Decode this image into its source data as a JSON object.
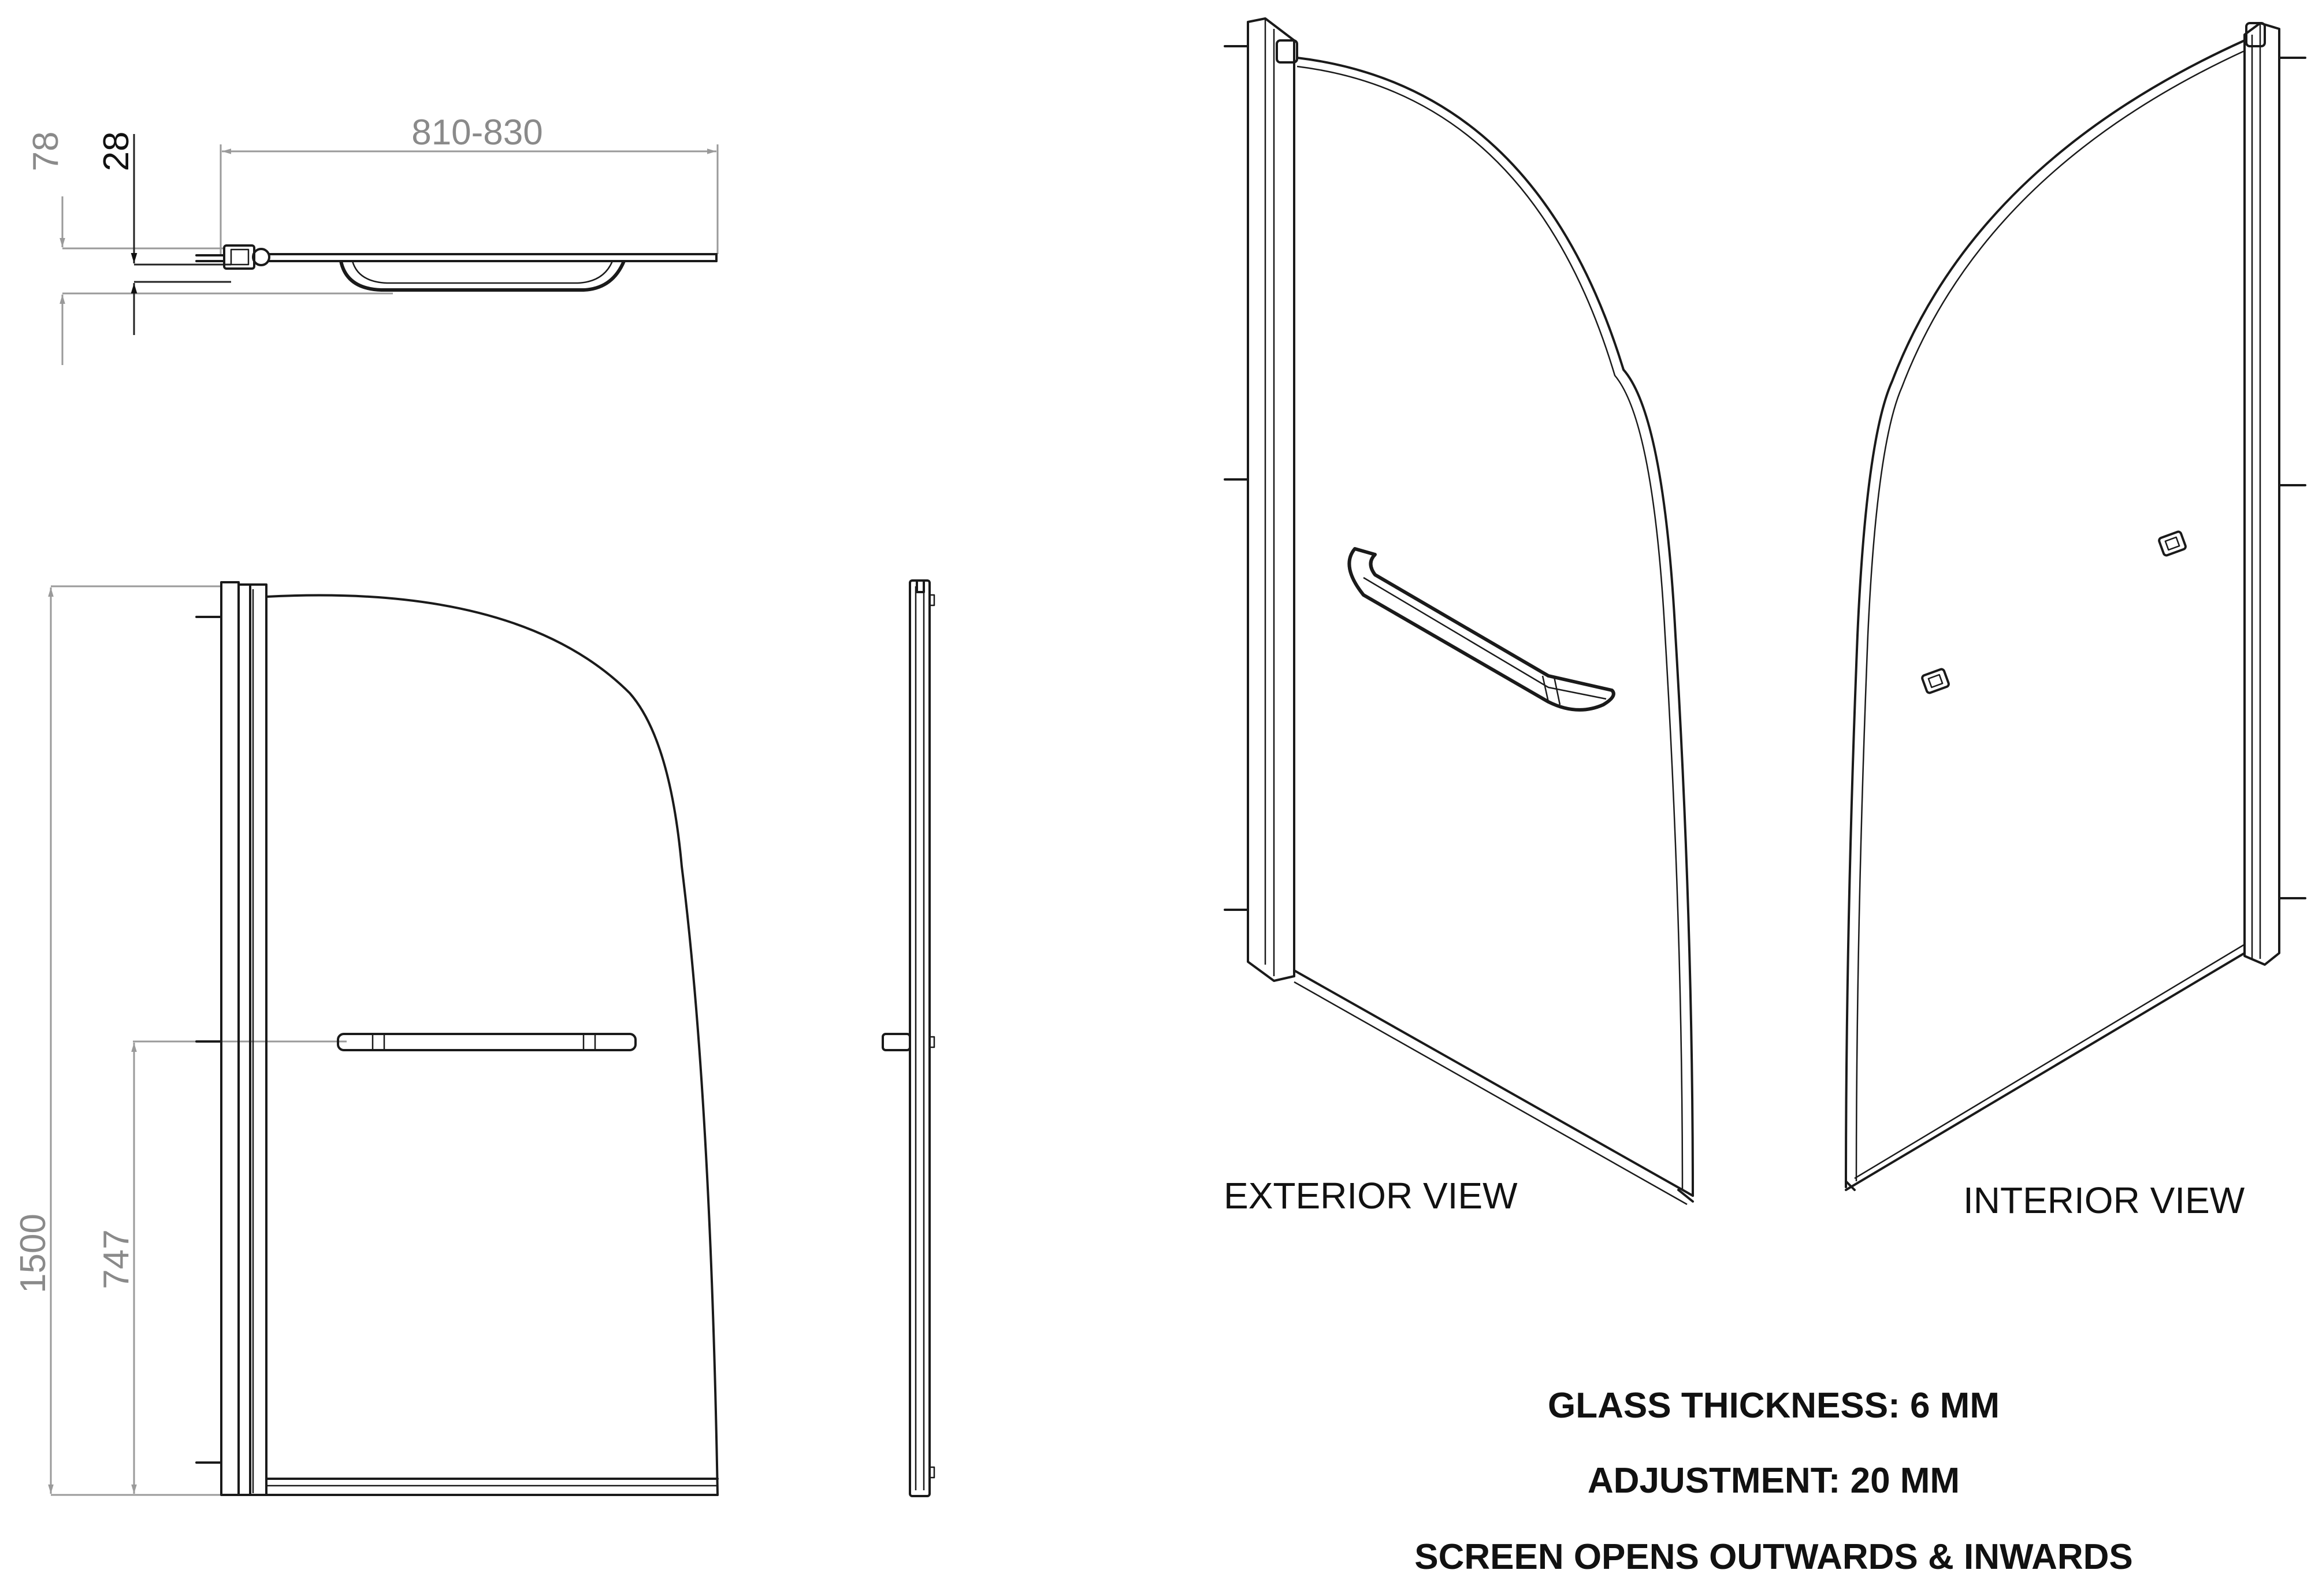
{
  "dimensions": {
    "width_range": "810-830",
    "depth_total": "78",
    "depth_glass": "28",
    "height": "1500",
    "handle_height": "747"
  },
  "views": {
    "exterior": "EXTERIOR VIEW",
    "interior": "INTERIOR VIEW"
  },
  "notes": {
    "glass_thickness": "GLASS THICKNESS: 6 MM",
    "adjustment": "ADJUSTMENT: 20 MM",
    "opening": "SCREEN OPENS OUTWARDS & INWARDS"
  }
}
